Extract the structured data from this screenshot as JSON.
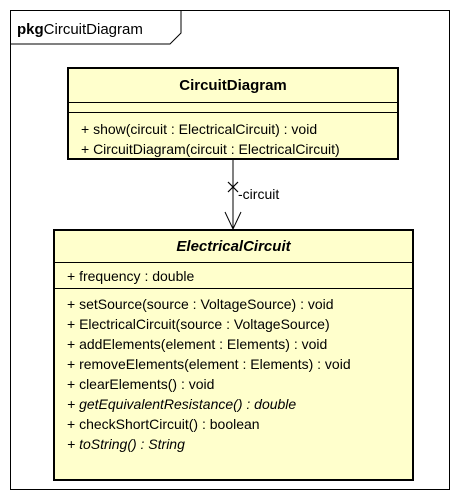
{
  "package": {
    "keyword": "pkg",
    "name": "CircuitDiagram"
  },
  "classes": [
    {
      "name": "CircuitDiagram",
      "attributes": [],
      "operations": [
        "+ show(circuit : ElectricalCircuit) : void",
        "+ CircuitDiagram(circuit : ElectricalCircuit)"
      ]
    },
    {
      "name": "ElectricalCircuit",
      "abstract": true,
      "attributes": [
        "+ frequency : double"
      ],
      "operations": [
        "+ setSource(source : VoltageSource) : void",
        "+ ElectricalCircuit(source : VoltageSource)",
        "+ addElements(element : Elements) : void",
        "+ removeElements(element : Elements) : void",
        "+ clearElements() : void",
        "+ getEquivalentResistance() : double",
        "+ checkShortCircuit() : boolean",
        "+ toString() : String"
      ],
      "abstract_operations": [
        5,
        7
      ]
    }
  ],
  "association": {
    "role": "circuit",
    "prefix": "-"
  },
  "colors": {
    "class_fill": "#FFFFCC",
    "line": "#000000"
  }
}
